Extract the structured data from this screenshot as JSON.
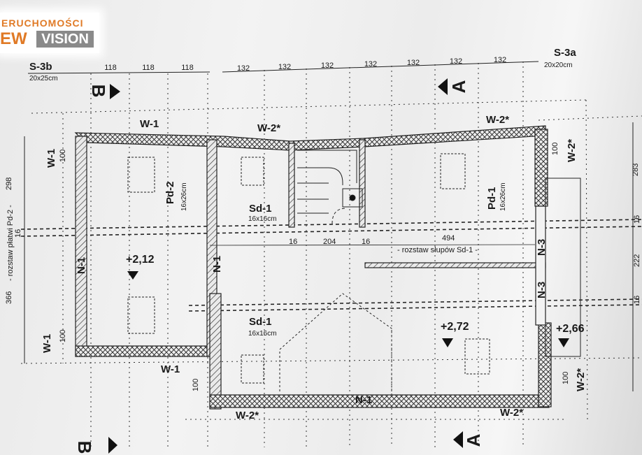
{
  "logo": {
    "line1": "ERUCHOMOŚCI",
    "new": "EW",
    "vision": "VISION"
  },
  "columns": {
    "s3b": {
      "name": "S-3b",
      "size": "20x25cm"
    },
    "s3a": {
      "name": "S-3a",
      "size": "20x20cm"
    }
  },
  "dims_top_left": [
    "118",
    "118",
    "118"
  ],
  "dims_top_right": [
    "132",
    "132",
    "132",
    "132",
    "132",
    "132",
    "132"
  ],
  "sections": {
    "b": "B",
    "a": "A"
  },
  "walls": {
    "w1": "W-1",
    "w2s": "W-2*",
    "n1": "N-1",
    "n3": "N-3"
  },
  "dims": {
    "d100": "100",
    "d283": "283",
    "d222": "222",
    "d16": "16",
    "d298": "298",
    "d366": "366",
    "d204": "204",
    "d494": "494"
  },
  "purlins": {
    "pd2": "Pd-2",
    "pd1": "Pd-1",
    "size": "16x26cm",
    "spacing": "- rozstaw płatwi  Pd-2 -"
  },
  "posts": {
    "sd1": "Sd-1",
    "size": "16x16cm",
    "spacing": "- rozstaw słupów Sd-1 -"
  },
  "levels": {
    "l212": "+2,12",
    "l272": "+2,72",
    "l266": "+2,66"
  }
}
